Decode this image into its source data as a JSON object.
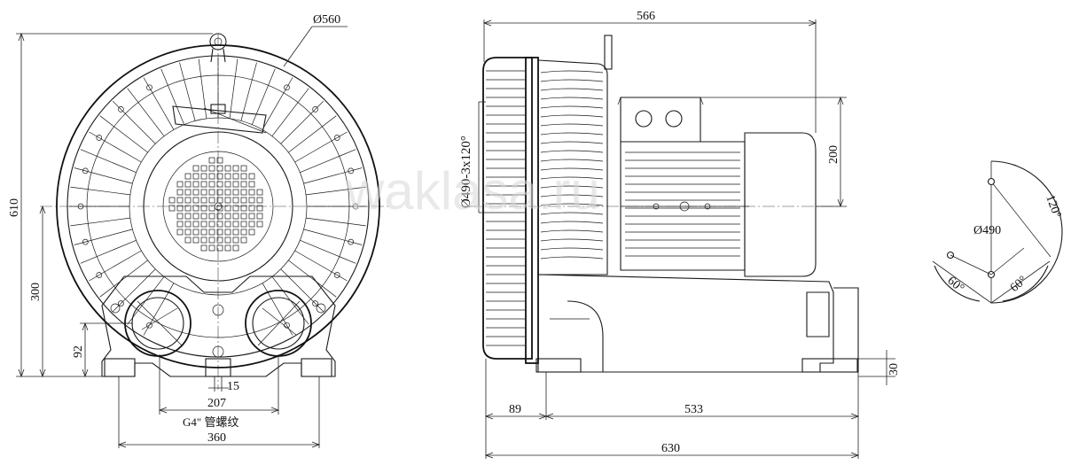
{
  "watermark": "waklasa.ru",
  "front_view": {
    "dia_outer": "Ø560",
    "height_total": "610",
    "height_axis": "300",
    "height_port": "92",
    "port_spacing": "207",
    "width_base": "360",
    "small_dim": "15",
    "thread_note": "G4\" 管螺纹"
  },
  "side_view": {
    "width_top": "566",
    "flange_bolts": "Ø490-3x120°",
    "height_motor": "200",
    "offset_left": "89",
    "base_length": "533",
    "total_length": "630",
    "base_height": "30"
  },
  "bolt_view": {
    "dia_bolt_circle": "Ø490",
    "angle_top": "120°",
    "angle_left": "60°",
    "angle_right": "60°"
  }
}
